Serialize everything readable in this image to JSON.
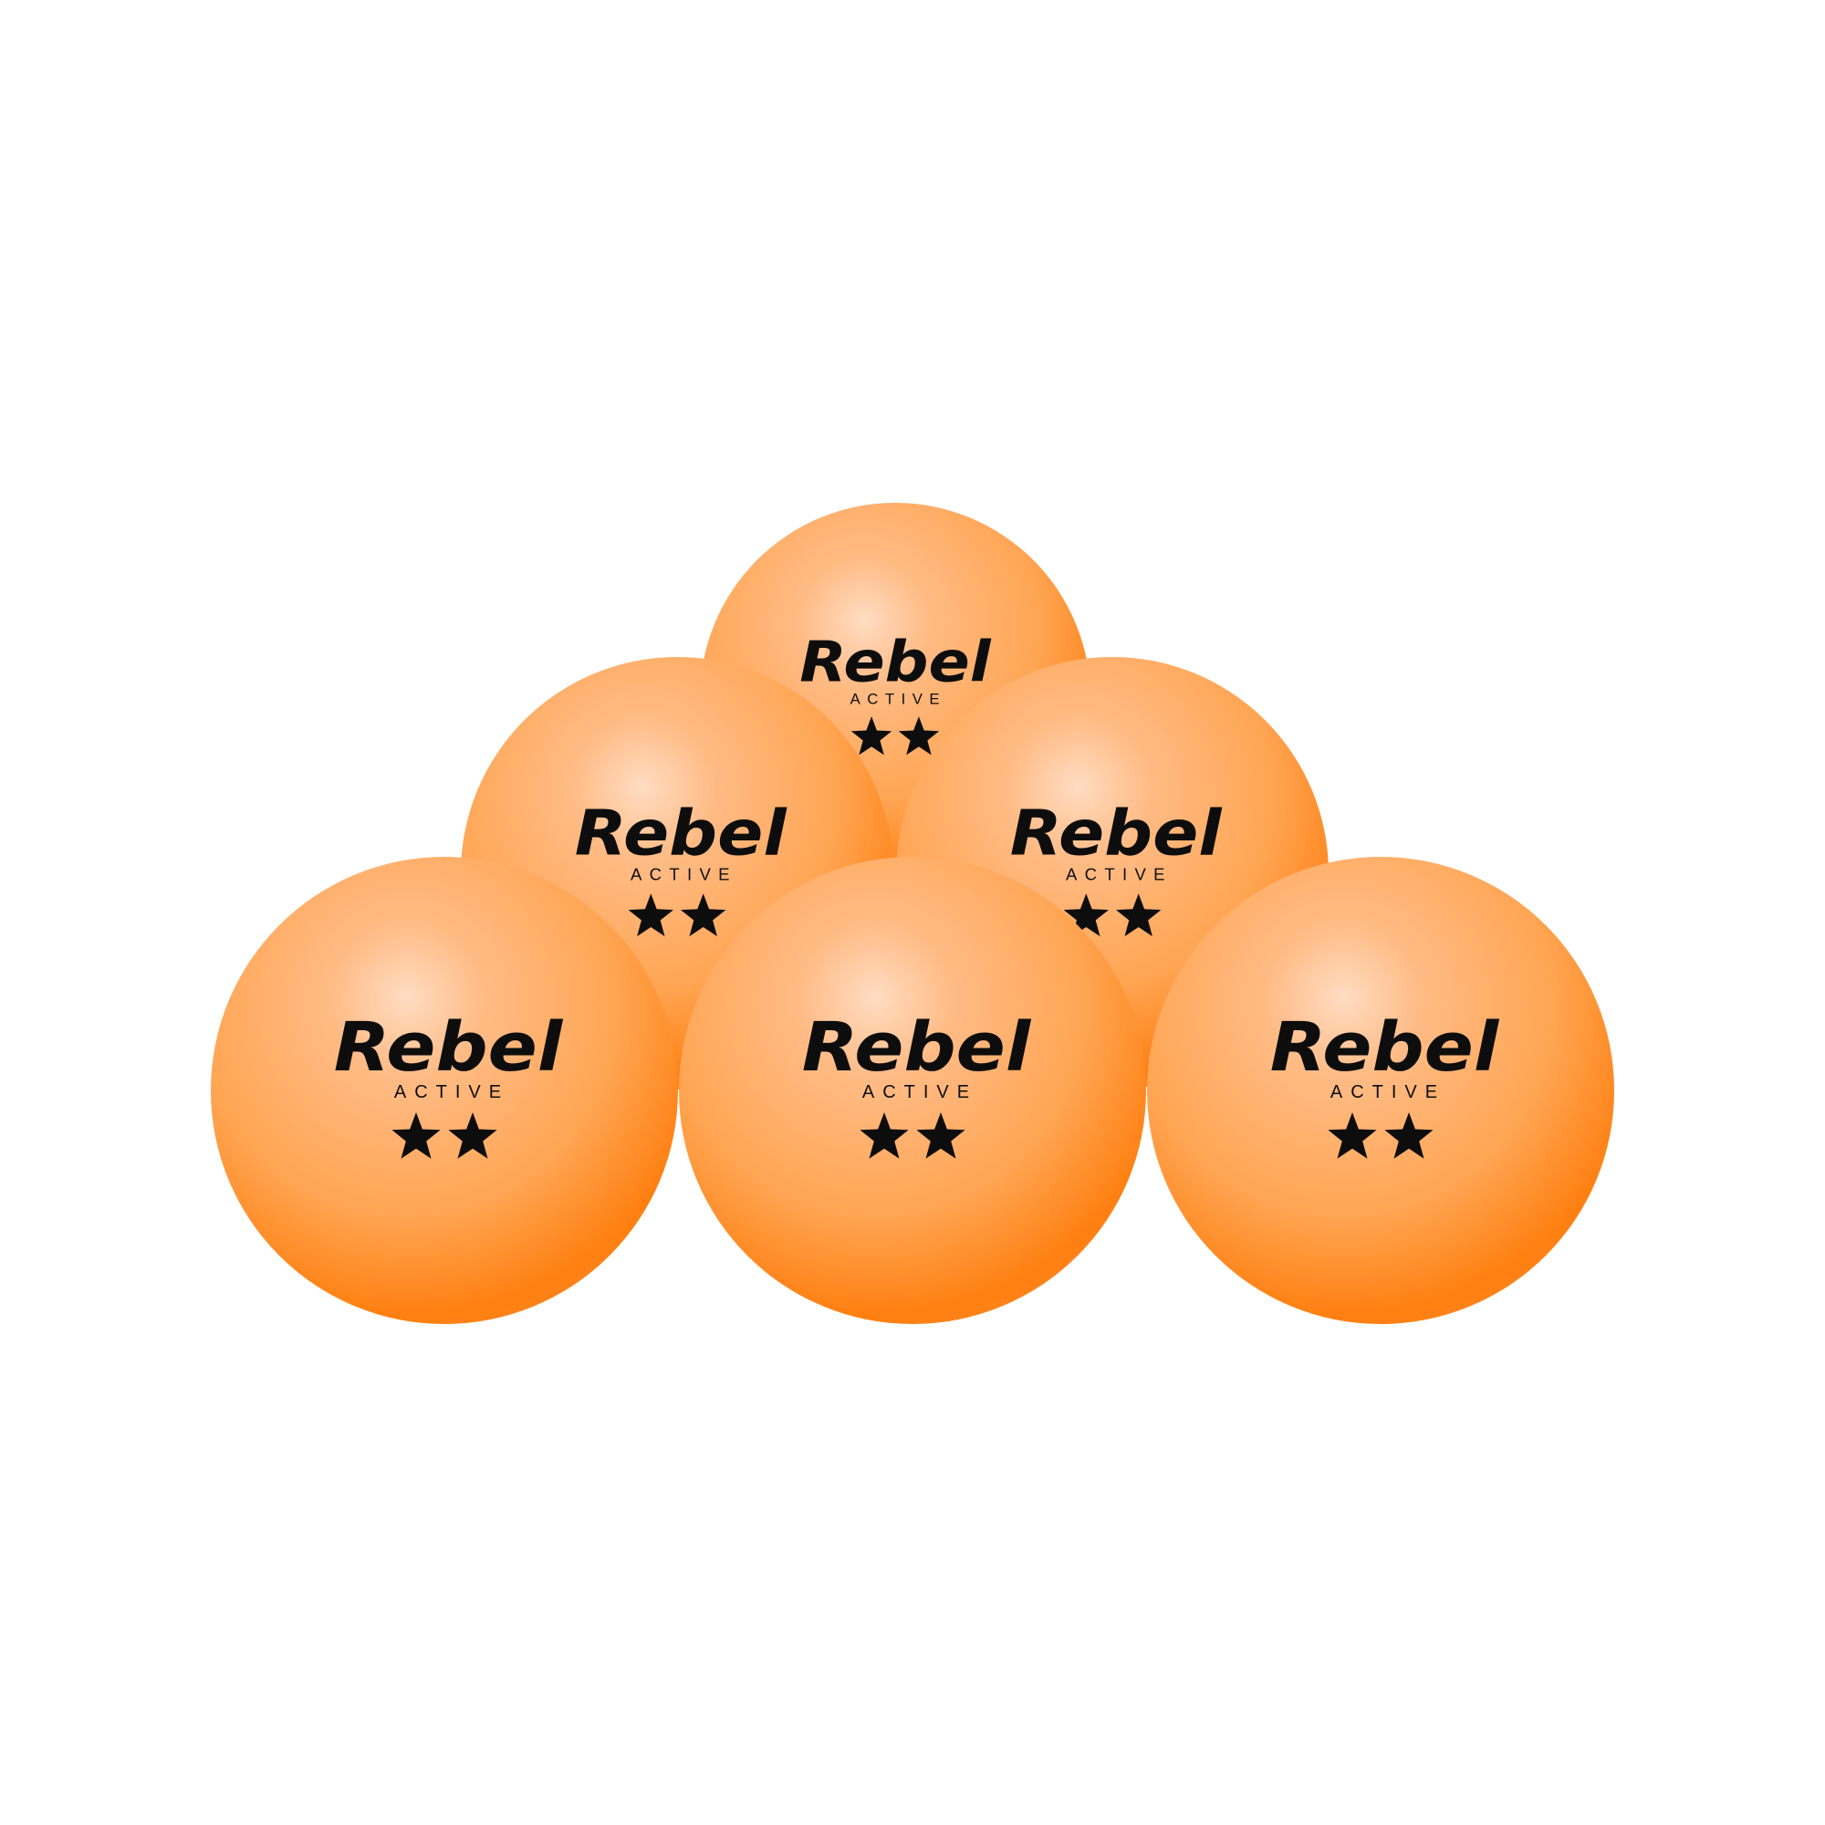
{
  "product": {
    "brand": "Rebel",
    "subbrand": "ACTIVE",
    "stars": 2,
    "ball_count": 6,
    "colors": {
      "highlight": "#ffd9bd",
      "mid": "#ffae66",
      "edge": "#ff7a0a",
      "background": "#ffffff"
    }
  },
  "balls": [
    {
      "id": "top",
      "row": "top"
    },
    {
      "id": "middle-left",
      "row": "middle"
    },
    {
      "id": "middle-right",
      "row": "middle"
    },
    {
      "id": "bottom-left",
      "row": "bottom"
    },
    {
      "id": "bottom-center",
      "row": "bottom"
    },
    {
      "id": "bottom-right",
      "row": "bottom"
    }
  ]
}
